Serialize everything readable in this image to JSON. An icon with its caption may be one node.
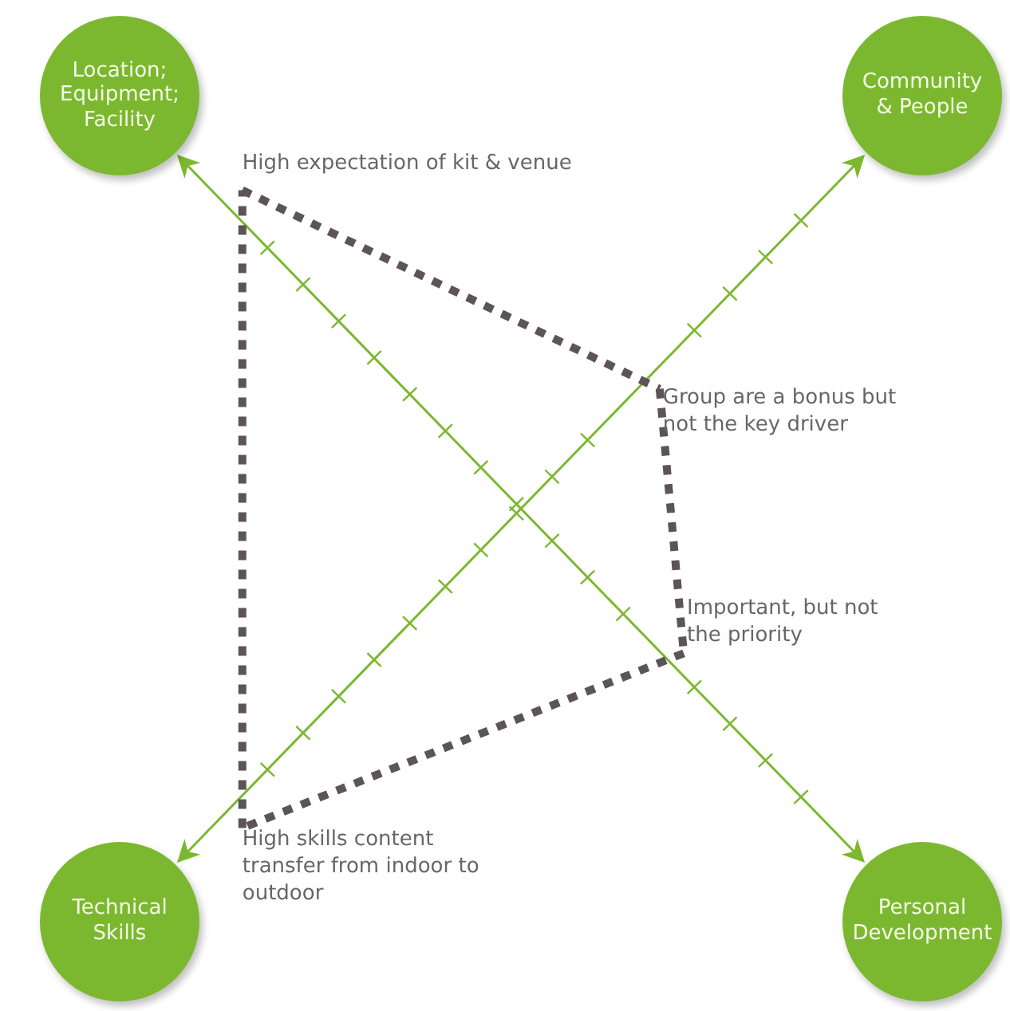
{
  "diagram": {
    "nodes": [
      {
        "text": [
          "Location; Equipment; Facility"
        ]
      },
      {
        "text": [
          "Community & People"
        ]
      },
      {
        "text": [
          "High expectation of kit & venue"
        ]
      },
      {
        "text": [
          "Group are a bonus but not the key driver"
        ]
      },
      {
        "text": [
          "Important, but not the priority"
        ]
      },
      {
        "text": [
          "High skills content transfer from indoor to outdoor"
        ]
      },
      {
        "text": [
          "Technical Skills"
        ]
      },
      {
        "text": [
          "Personal Development"
        ]
      }
    ],
    "edges": [
      {
        "from": 0,
        "to": 7,
        "arrow": "both",
        "color": "#7cb82f"
      },
      {
        "from": 6,
        "to": 1,
        "arrow": "both",
        "color": "#7cb82f"
      },
      {
        "from": 2,
        "to": 3,
        "arrow": "none",
        "style": "dashed"
      },
      {
        "from": 3,
        "to": 4,
        "arrow": "none",
        "style": "dashed"
      },
      {
        "from": 4,
        "to": 5,
        "arrow": "none",
        "style": "dashed"
      },
      {
        "from": 5,
        "to": 2,
        "arrow": "none",
        "style": "dashed"
      }
    ]
  }
}
